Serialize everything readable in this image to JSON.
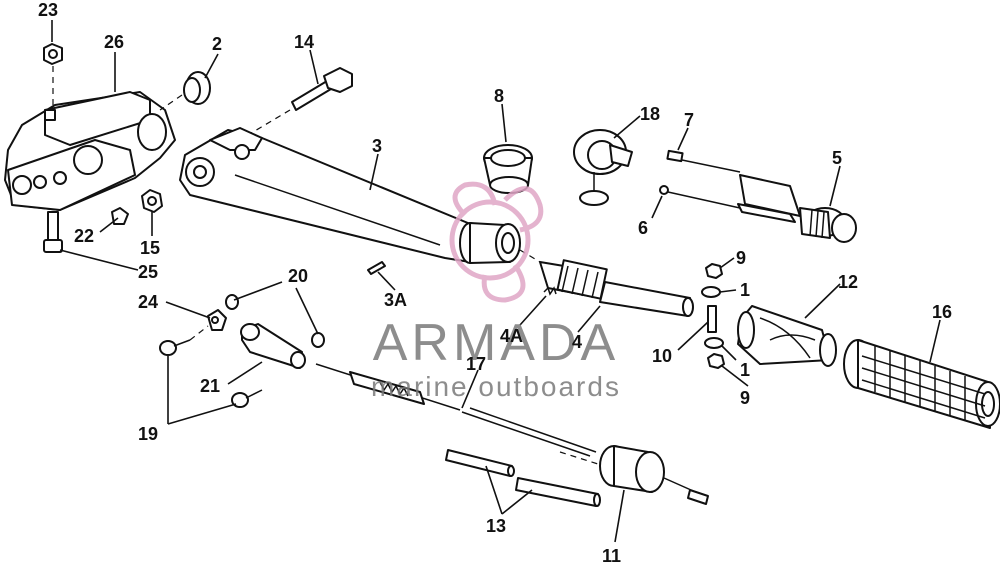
{
  "diagram": {
    "callouts": [
      "23",
      "26",
      "2",
      "14",
      "3",
      "8",
      "18",
      "7",
      "5",
      "6",
      "9",
      "1",
      "12",
      "16",
      "22",
      "15",
      "25",
      "3A",
      "4A",
      "4",
      "20",
      "24",
      "21",
      "19",
      "17",
      "10",
      "1",
      "9",
      "13",
      "11"
    ]
  },
  "watermark": {
    "brand": "ARMADA",
    "tagline": "marine outboards",
    "accent_color": "#e0a6c6"
  }
}
